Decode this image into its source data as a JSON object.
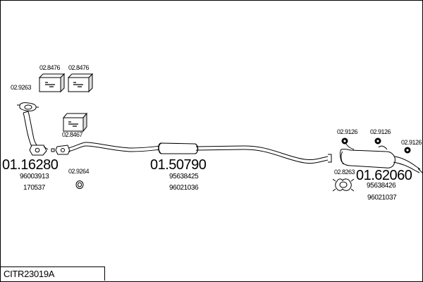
{
  "diagram": {
    "parts": [
      {
        "number": "01.16280",
        "refs": [
          "96003913",
          "170537"
        ]
      },
      {
        "number": "01.50790",
        "refs": [
          "95638425",
          "96021036"
        ]
      },
      {
        "number": "01.62060",
        "refs": [
          "95638426",
          "96021037"
        ]
      }
    ],
    "fittings": [
      "02.8476",
      "02.8476",
      "02.9263",
      "02.8467",
      "02.9264",
      "02.9126",
      "02.9126",
      "02.9126",
      "02.8263"
    ],
    "kit_code": "CITR23019A"
  }
}
